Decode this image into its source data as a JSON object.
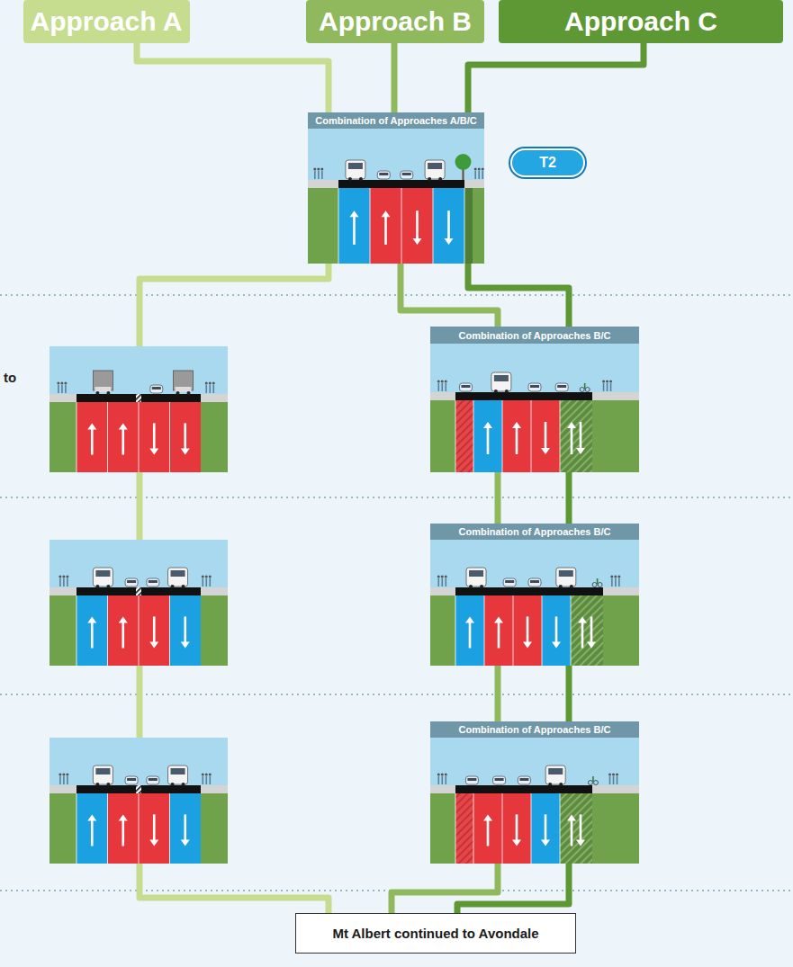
{
  "diagram": {
    "nodes": [
      {
        "text": [
          "Approach A"
        ]
      },
      {
        "text": [
          "Approach B"
        ]
      },
      {
        "text": [
          "Approach C"
        ]
      },
      {
        "text": [
          "Combination of Approaches A/B/C"
        ]
      },
      {
        "text": [
          "T2"
        ]
      },
      {
        "text": [
          "Combination of Approaches B/C"
        ]
      },
      {
        "text": [
          "Combination of Approaches B/C"
        ]
      },
      {
        "text": [
          "Combination of Approaches B/C"
        ]
      },
      {
        "text": [
          "Mt Albert continued to Avondale"
        ]
      }
    ],
    "edges": [
      {
        "from": 0,
        "to": 3,
        "arrow": "none"
      },
      {
        "from": 1,
        "to": 3,
        "arrow": "none"
      },
      {
        "from": 2,
        "to": 3,
        "arrow": "none"
      },
      {
        "from": 3,
        "to": 8,
        "arrow": "none"
      },
      {
        "from": 3,
        "to": 5,
        "arrow": "none"
      },
      {
        "from": 3,
        "to": 5,
        "arrow": "none"
      },
      {
        "from": 5,
        "to": 6,
        "arrow": "none"
      },
      {
        "from": 5,
        "to": 6,
        "arrow": "none"
      },
      {
        "from": 6,
        "to": 7,
        "arrow": "none"
      },
      {
        "from": 6,
        "to": 7,
        "arrow": "none"
      },
      {
        "from": 7,
        "to": 8,
        "arrow": "none"
      },
      {
        "from": 7,
        "to": 8,
        "arrow": "none"
      }
    ],
    "labels": [
      "to"
    ]
  }
}
